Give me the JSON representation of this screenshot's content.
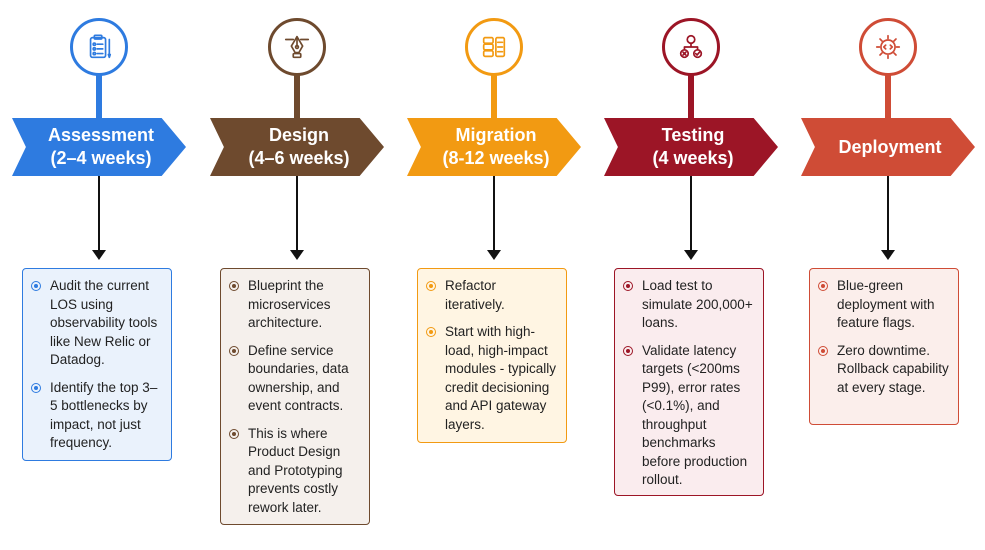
{
  "phases": [
    {
      "title": "Assessment",
      "duration": "(2–4 weeks)",
      "icon": "clipboard-icon",
      "color": "#2e7be0",
      "card_bg": "#eaf2fc",
      "bullets": [
        "Audit the current LOS using observability tools like New Relic or Datadog.",
        "Identify the top 3–5 bottlenecks by impact, not just frequency."
      ]
    },
    {
      "title": "Design",
      "duration": "(4–6 weeks)",
      "icon": "pen-tool-icon",
      "color": "#6e4a2e",
      "card_bg": "#f5f0ec",
      "bullets": [
        "Blueprint the microservices architecture.",
        "Define service boundaries, data ownership, and event contracts.",
        "This is where Product Design and Prototyping prevents costly rework later."
      ]
    },
    {
      "title": "Migration",
      "duration": "(8-12 weeks)",
      "icon": "database-icon",
      "color": "#f29a12",
      "card_bg": "#fff5e3",
      "bullets": [
        "Refactor iteratively.",
        "Start with high-load, high-impact modules - typically credit decisioning and API gateway layers."
      ]
    },
    {
      "title": "Testing",
      "duration": "(4 weeks)",
      "icon": "test-flow-icon",
      "color": "#9c1526",
      "card_bg": "#faecee",
      "bullets": [
        "Load test to simulate 200,000+ loans.",
        "Validate latency targets (<200ms P99), error rates (<0.1%), and throughput benchmarks before production rollout."
      ]
    },
    {
      "title": "Deployment",
      "duration": "",
      "icon": "code-gear-icon",
      "color": "#cf4c36",
      "card_bg": "#fbeeeb",
      "bullets": [
        "Blue-green deployment with feature flags.",
        "Zero downtime. Rollback capability at every stage."
      ]
    }
  ]
}
